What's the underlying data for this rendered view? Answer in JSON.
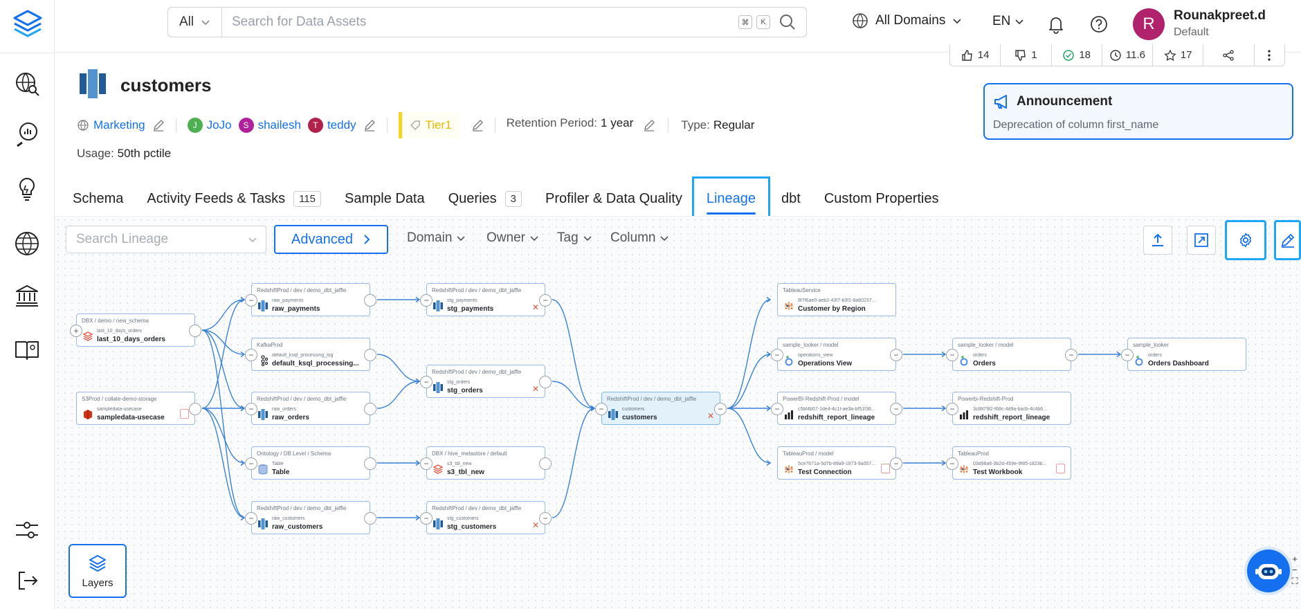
{
  "topbar": {
    "search_scope": "All",
    "search_placeholder": "Search for Data Assets",
    "kbd_cmd": "⌘",
    "kbd_k": "K",
    "domains": "All Domains",
    "language": "EN",
    "user_initial": "R",
    "user_name": "Rounakpreet.d",
    "user_role": "Default"
  },
  "entity": {
    "title": "customers",
    "domain": "Marketing",
    "owners": [
      {
        "initial": "J",
        "name": "JoJo",
        "color": "#4caf50"
      },
      {
        "initial": "S",
        "name": "shailesh",
        "color": "#b0229c"
      },
      {
        "initial": "T",
        "name": "teddy",
        "color": "#b0224a"
      }
    ],
    "tier": "Tier1",
    "retention_label": "Retention Period:",
    "retention_value": "1 year",
    "type_label": "Type:",
    "type_value": "Regular",
    "usage_label": "Usage:",
    "usage_value": "50th pctile",
    "stats": [
      "14",
      "1",
      "18",
      "11.6",
      "17"
    ]
  },
  "announcement": {
    "title": "Announcement",
    "body": "Deprecation of column first_name"
  },
  "tabs": [
    {
      "label": "Schema"
    },
    {
      "label": "Activity Feeds & Tasks",
      "count": "115"
    },
    {
      "label": "Sample Data"
    },
    {
      "label": "Queries",
      "count": "3"
    },
    {
      "label": "Profiler & Data Quality"
    },
    {
      "label": "Lineage",
      "active": true
    },
    {
      "label": "dbt"
    },
    {
      "label": "Custom Properties"
    }
  ],
  "lineage": {
    "search_placeholder": "Search Lineage",
    "advanced_label": "Advanced",
    "filters": [
      "Domain",
      "Owner",
      "Tag",
      "Column"
    ],
    "layers_label": "Layers",
    "nodes": [
      {
        "id": "n1",
        "path": "DBX / demo / new_schema",
        "sub": "last_10_days_orders",
        "name": "last_10_days_orders",
        "icon": "dbx"
      },
      {
        "id": "n2",
        "path": "S3Prod / collate-demo-storage",
        "sub": "sampledata-usecase",
        "name": "sampledata-usecase",
        "icon": "s3"
      },
      {
        "id": "n3",
        "path": "RedshiftProd / dev / demo_dbt_jaffle",
        "sub": "raw_payments",
        "name": "raw_payments",
        "icon": "redshift"
      },
      {
        "id": "n4",
        "path": "KafkaProd",
        "sub": "default_ksql_processing_log",
        "name": "default_ksql_processing...",
        "icon": "kafka"
      },
      {
        "id": "n5",
        "path": "RedshiftProd / dev / demo_dbt_jaffle",
        "sub": "raw_orders",
        "name": "raw_orders",
        "icon": "redshift"
      },
      {
        "id": "n6",
        "path": "Ontology / DB Level / Schema",
        "sub": "Table",
        "name": "Table",
        "icon": "table"
      },
      {
        "id": "n7",
        "path": "RedshiftProd / dev / demo_dbt_jaffle",
        "sub": "raw_customers",
        "name": "raw_customers",
        "icon": "redshift"
      },
      {
        "id": "n8",
        "path": "RedshiftProd / dev / demo_dbt_jaffle",
        "sub": "stg_payments",
        "name": "stg_payments",
        "icon": "redshift"
      },
      {
        "id": "n9",
        "path": "RedshiftProd / dev / demo_dbt_jaffle",
        "sub": "stg_orders",
        "name": "stg_orders",
        "icon": "redshift"
      },
      {
        "id": "n10",
        "path": "DBX / hive_metastore / default",
        "sub": "s3_tbl_new",
        "name": "s3_tbl_new",
        "icon": "dbx"
      },
      {
        "id": "n11",
        "path": "RedshiftProd / dev / demo_dbt_jaffle",
        "sub": "stg_customers",
        "name": "stg_customers",
        "icon": "redshift"
      },
      {
        "id": "n12",
        "path": "RedshiftProd / dev / demo_dbt_jaffle",
        "sub": "customers",
        "name": "customers",
        "icon": "redshift"
      },
      {
        "id": "n13",
        "path": "TableauService",
        "sub": "8f7f6ae0-aeb2-43f7-b3f1-8a80237...",
        "name": "Customer by Region",
        "icon": "tableau"
      },
      {
        "id": "n14",
        "path": "sample_looker / model",
        "sub": "operations_view",
        "name": "Operations View",
        "icon": "looker"
      },
      {
        "id": "n15",
        "path": "PowerBI-Redshift-Prod / model",
        "sub": "c5bf4b57-1de4-4c1f-ae3a-bf51f36...",
        "name": "redshift_report_lineage",
        "icon": "powerbi"
      },
      {
        "id": "n16",
        "path": "TableauProd / model",
        "sub": "5ce7671a-5d7b-89a9-1873-9a057...",
        "name": "Test Connection",
        "icon": "tableau"
      },
      {
        "id": "n17",
        "path": "sample_looker / model",
        "sub": "orders",
        "name": "Orders",
        "icon": "looker"
      },
      {
        "id": "n18",
        "path": "Powerbi-Redshift-Prod",
        "sub": "3c8879f2-f68c-4d9a-bacb-4c4b6...",
        "name": "redshift_report_lineage",
        "icon": "powerbi"
      },
      {
        "id": "n19",
        "path": "TableauProd",
        "sub": "03d98a6-3b2d-459e-9f85-c823b...",
        "name": "Test Workbook",
        "icon": "tableau"
      },
      {
        "id": "n20",
        "path": "sample_looker",
        "sub": "orders",
        "name": "Orders Dashboard",
        "icon": "looker"
      }
    ]
  },
  "colors": {
    "accent": "#1570ef",
    "highlight": "#1fa5f5",
    "edge": "#3b82d6"
  }
}
